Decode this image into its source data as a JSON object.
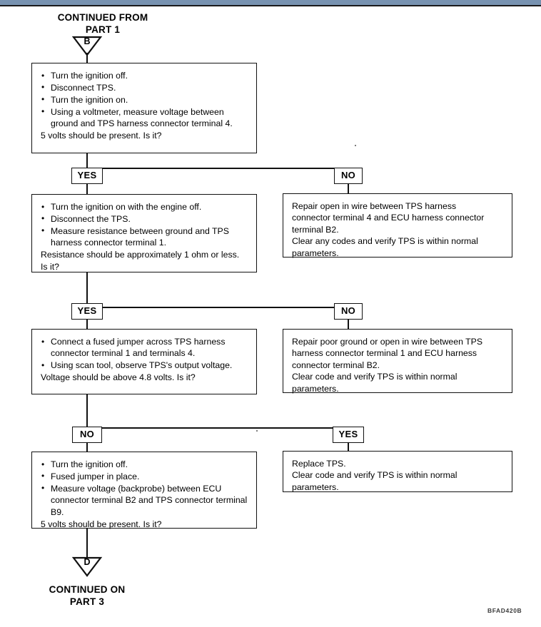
{
  "page": {
    "figure_code": "BFAD420B",
    "top_bar_color": "#7792b0",
    "line_color": "#111111"
  },
  "header": {
    "line1": "CONTINUED FROM",
    "line2": "PART 1",
    "connector_letter": "B"
  },
  "footer": {
    "line1": "CONTINUED ON",
    "line2": "PART 3",
    "connector_letter": "D"
  },
  "branches": {
    "yes": "YES",
    "no": "NO"
  },
  "steps": {
    "step1": {
      "bullets": [
        "Turn the ignition off.",
        "Disconnect TPS.",
        "Turn the ignition on.",
        "Using a voltmeter, measure voltage between ground and TPS harness connector terminal 4."
      ],
      "tail": [
        "5 volts should be present. Is it?"
      ]
    },
    "step2": {
      "bullets": [
        "Turn the ignition on with the engine off.",
        "Disconnect the TPS.",
        "Measure resistance between ground and TPS harness connector terminal 1."
      ],
      "tail": [
        "Resistance should be approximately 1 ohm or less.",
        "Is it?"
      ]
    },
    "step3": {
      "bullets": [
        "Connect a fused jumper across TPS harness connector terminal 1 and terminals 4.",
        "Using scan tool, observe TPS's output voltage."
      ],
      "tail": [
        "Voltage should be above 4.8 volts. Is it?"
      ]
    },
    "step4": {
      "bullets": [
        "Turn the ignition off.",
        "Fused jumper in place.",
        "Measure voltage (backprobe) between ECU connector terminal B2 and TPS connector terminal B9."
      ],
      "tail": [
        "5 volts should be present. Is it?"
      ]
    }
  },
  "results": {
    "result1": {
      "lines": [
        "Repair open in wire between TPS harness",
        "connector terminal 4 and ECU harness connector",
        "terminal B2.",
        "Clear any codes and verify TPS is within normal",
        "parameters."
      ]
    },
    "result2": {
      "lines": [
        "Repair poor ground or open in wire between TPS",
        "harness connector terminal 1 and ECU harness",
        "connector terminal B2.",
        "Clear code and verify TPS is within normal",
        "parameters."
      ]
    },
    "result3": {
      "lines": [
        "Replace TPS.",
        "Clear code and verify TPS is within normal",
        "parameters."
      ]
    }
  }
}
